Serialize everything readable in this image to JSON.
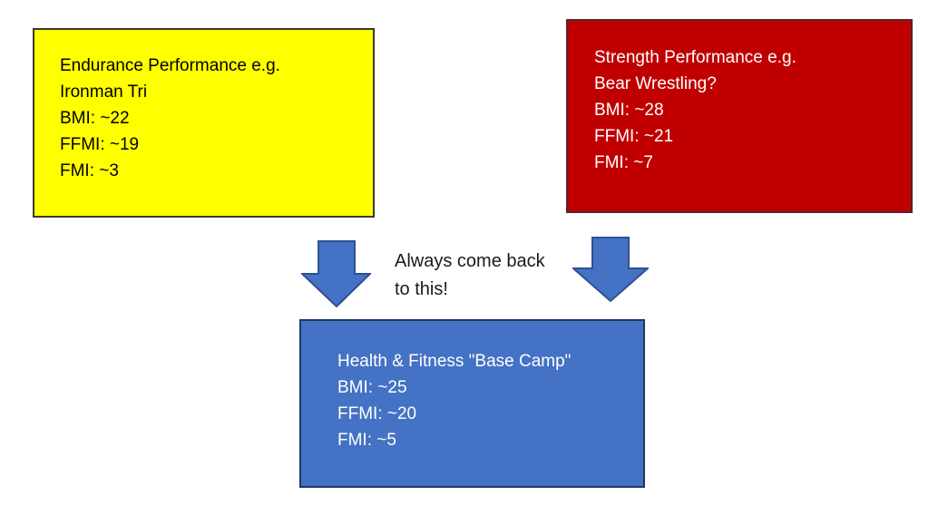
{
  "diagram": {
    "background_color": "#ffffff",
    "boxes": {
      "endurance": {
        "fill": "#ffff00",
        "border": "#3b3b26",
        "text_color": "#000000",
        "lines": [
          "Endurance Performance e.g.",
          "Ironman Tri",
          "BMI: ~22",
          "FFMI: ~19",
          "FMI: ~3"
        ]
      },
      "strength": {
        "fill": "#c00000",
        "border": "#53262c",
        "text_color": "#ffffff",
        "lines": [
          "Strength Performance e.g.",
          "Bear Wrestling?",
          "BMI: ~28",
          "FFMI: ~21",
          "FMI: ~7"
        ]
      },
      "base_camp": {
        "fill": "#4472c4",
        "border": "#1f3864",
        "text_color": "#ffffff",
        "lines": [
          "Health & Fitness \"Base Camp\"",
          "BMI: ~25",
          "FFMI: ~20",
          "FMI: ~5"
        ]
      }
    },
    "annotation": {
      "text_color": "#1a1a1a",
      "lines": [
        "Always come back",
        "to this!"
      ]
    },
    "arrows": {
      "fill": "#4472c4",
      "stroke": "#2f528f"
    }
  }
}
